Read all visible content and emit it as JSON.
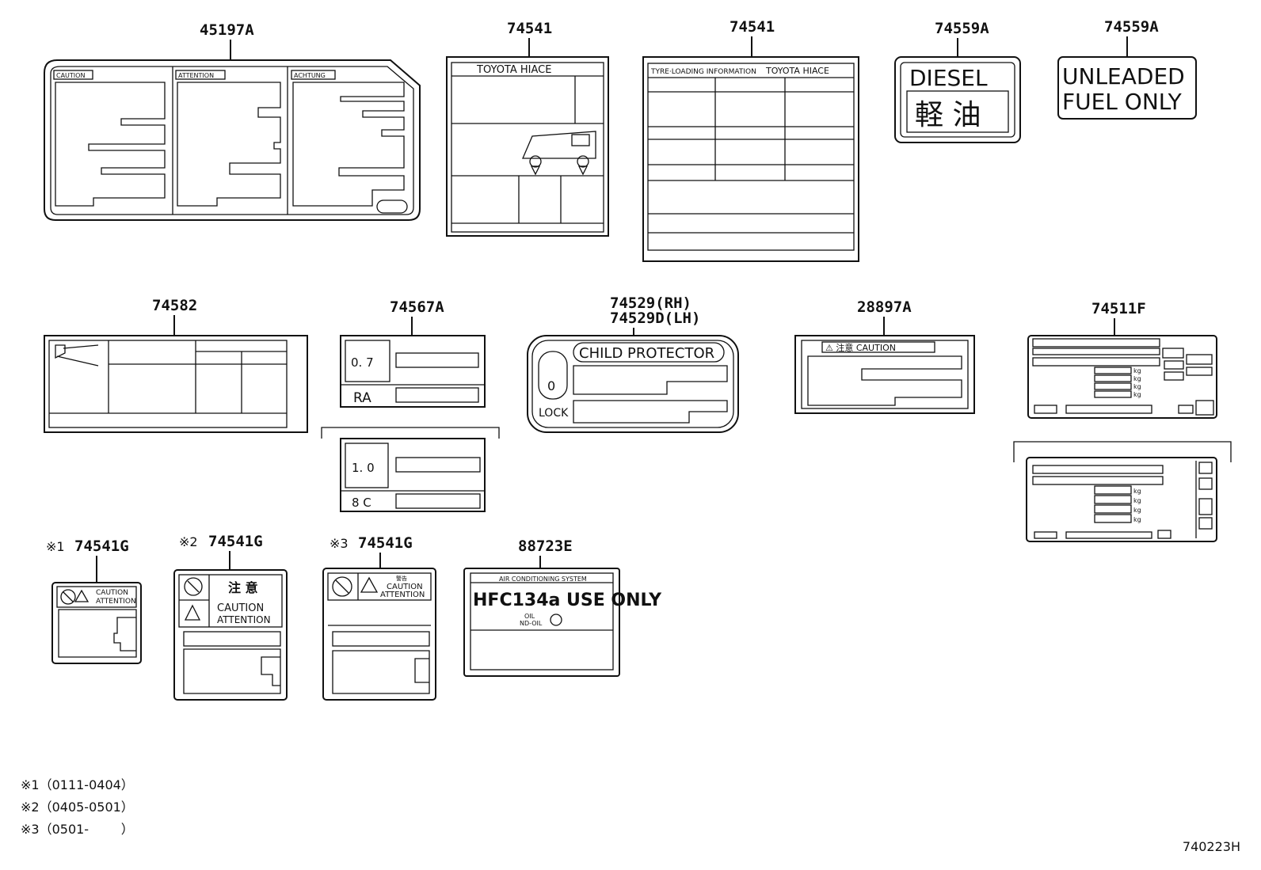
{
  "parts": {
    "p45197a": "45197A",
    "p74541_a": "74541",
    "p74541_b": "74541",
    "p74559a_a": "74559A",
    "p74559a_b": "74559A",
    "p74582": "74582",
    "p74567a": "74567A",
    "p74529_rh": "74529(RH)",
    "p74529d_lh": "74529D(LH)",
    "p28897a": "28897A",
    "p74511f": "74511F",
    "p74541g_1": "74541G",
    "p74541g_2": "74541G",
    "p74541g_3": "74541G",
    "p88723e": "88723E",
    "m1": "※1",
    "m2": "※2",
    "m3": "※3"
  },
  "labels": {
    "caution": "CAUTION",
    "attention": "ATTENTION",
    "achtung": "ACHTUNG",
    "toyota_hiace": "TOYOTA HIACE",
    "tyre_loading": "TYRE·LOADING INFORMATION",
    "diesel": "DIESEL",
    "keiyu": "軽 油",
    "unleaded": "UNLEADED",
    "fuel_only": "FUEL ONLY",
    "v07": "0. 7",
    "ra": "RA",
    "v10": "1. 0",
    "c8": "8 C",
    "child_protector": "CHILD PROTECTOR",
    "lock": "LOCK",
    "lock_symbol": "0",
    "caution_jp": "⚠ 注意 CAUTION",
    "chui": "注 意",
    "keikoku": "警告",
    "ac_system": "AIR CONDITIONING SYSTEM",
    "hfc": "HFC134a USE ONLY",
    "oil": "OIL",
    "nd_oil": "ND-OIL",
    "kg": "kg"
  },
  "notes": [
    "※1（0111-0404）",
    "※2（0405-0501）",
    "※3（0501-        ）"
  ],
  "diagram_code": "740223H"
}
